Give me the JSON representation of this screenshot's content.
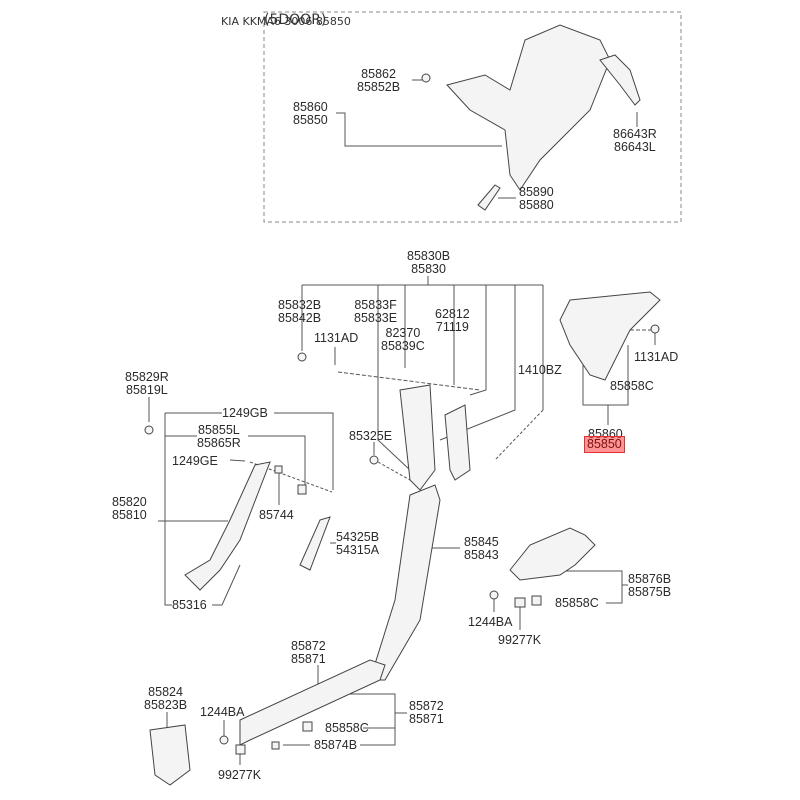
{
  "header": {
    "title": "KIA KKMA6 3006 85850",
    "overlay_title": "(5DOOR)"
  },
  "colors": {
    "line": "#555555",
    "part_fill": "#f4f4f4",
    "part_stroke": "#444444",
    "highlight_fill": "#ff4d4d",
    "highlight_stroke": "#e53030",
    "dashed_border": "#888888"
  },
  "inset": {
    "labels": [
      {
        "id": "inset-85862",
        "lines": [
          "85862",
          "85852B"
        ]
      },
      {
        "id": "inset-85860",
        "lines": [
          "85860",
          "85850"
        ]
      },
      {
        "id": "inset-86643",
        "lines": [
          "86643R",
          "86643L"
        ]
      },
      {
        "id": "inset-85890",
        "lines": [
          "85890",
          "85880"
        ]
      }
    ]
  },
  "main": {
    "labels": [
      {
        "id": "85830",
        "lines": [
          "85830B",
          "85830"
        ]
      },
      {
        "id": "85832",
        "lines": [
          "85832B",
          "85842B"
        ]
      },
      {
        "id": "85833",
        "lines": [
          "85833F",
          "85833E"
        ]
      },
      {
        "id": "62812",
        "lines": [
          "62812",
          "71119"
        ]
      },
      {
        "id": "82370",
        "lines": [
          "82370",
          "85839C"
        ]
      },
      {
        "id": "1131AD-left",
        "lines": [
          "1131AD"
        ]
      },
      {
        "id": "1410BZ",
        "lines": [
          "1410BZ"
        ]
      },
      {
        "id": "1131AD-right",
        "lines": [
          "1131AD"
        ]
      },
      {
        "id": "85858C-upper",
        "lines": [
          "85858C"
        ]
      },
      {
        "id": "85860-main",
        "lines": [
          "85860"
        ]
      },
      {
        "id": "85850-highlight",
        "lines": [
          "85850"
        ],
        "highlighted": true
      },
      {
        "id": "85829",
        "lines": [
          "85829R",
          "85819L"
        ]
      },
      {
        "id": "1249GB",
        "lines": [
          "1249GB"
        ]
      },
      {
        "id": "85855",
        "lines": [
          "85855L",
          "85865R"
        ]
      },
      {
        "id": "1249GE",
        "lines": [
          "1249GE"
        ]
      },
      {
        "id": "85325E",
        "lines": [
          "85325E"
        ]
      },
      {
        "id": "85820",
        "lines": [
          "85820",
          "85810"
        ]
      },
      {
        "id": "85744",
        "lines": [
          "85744"
        ]
      },
      {
        "id": "54325",
        "lines": [
          "54325B",
          "54315A"
        ]
      },
      {
        "id": "85845",
        "lines": [
          "85845",
          "85843"
        ]
      },
      {
        "id": "85316",
        "lines": [
          "85316"
        ]
      },
      {
        "id": "85876",
        "lines": [
          "85876B",
          "85875B"
        ]
      },
      {
        "id": "85858C-mid",
        "lines": [
          "85858C"
        ]
      },
      {
        "id": "1244BA-mid",
        "lines": [
          "1244BA"
        ]
      },
      {
        "id": "99277K-mid",
        "lines": [
          "99277K"
        ]
      },
      {
        "id": "85872-top",
        "lines": [
          "85872",
          "85871"
        ]
      },
      {
        "id": "85824",
        "lines": [
          "85824",
          "85823B"
        ]
      },
      {
        "id": "1244BA-low",
        "lines": [
          "1244BA"
        ]
      },
      {
        "id": "85858C-low",
        "lines": [
          "85858C"
        ]
      },
      {
        "id": "85872-right",
        "lines": [
          "85872",
          "85871"
        ]
      },
      {
        "id": "85874B",
        "lines": [
          "85874B"
        ]
      },
      {
        "id": "99277K-low",
        "lines": [
          "99277K"
        ]
      }
    ]
  }
}
